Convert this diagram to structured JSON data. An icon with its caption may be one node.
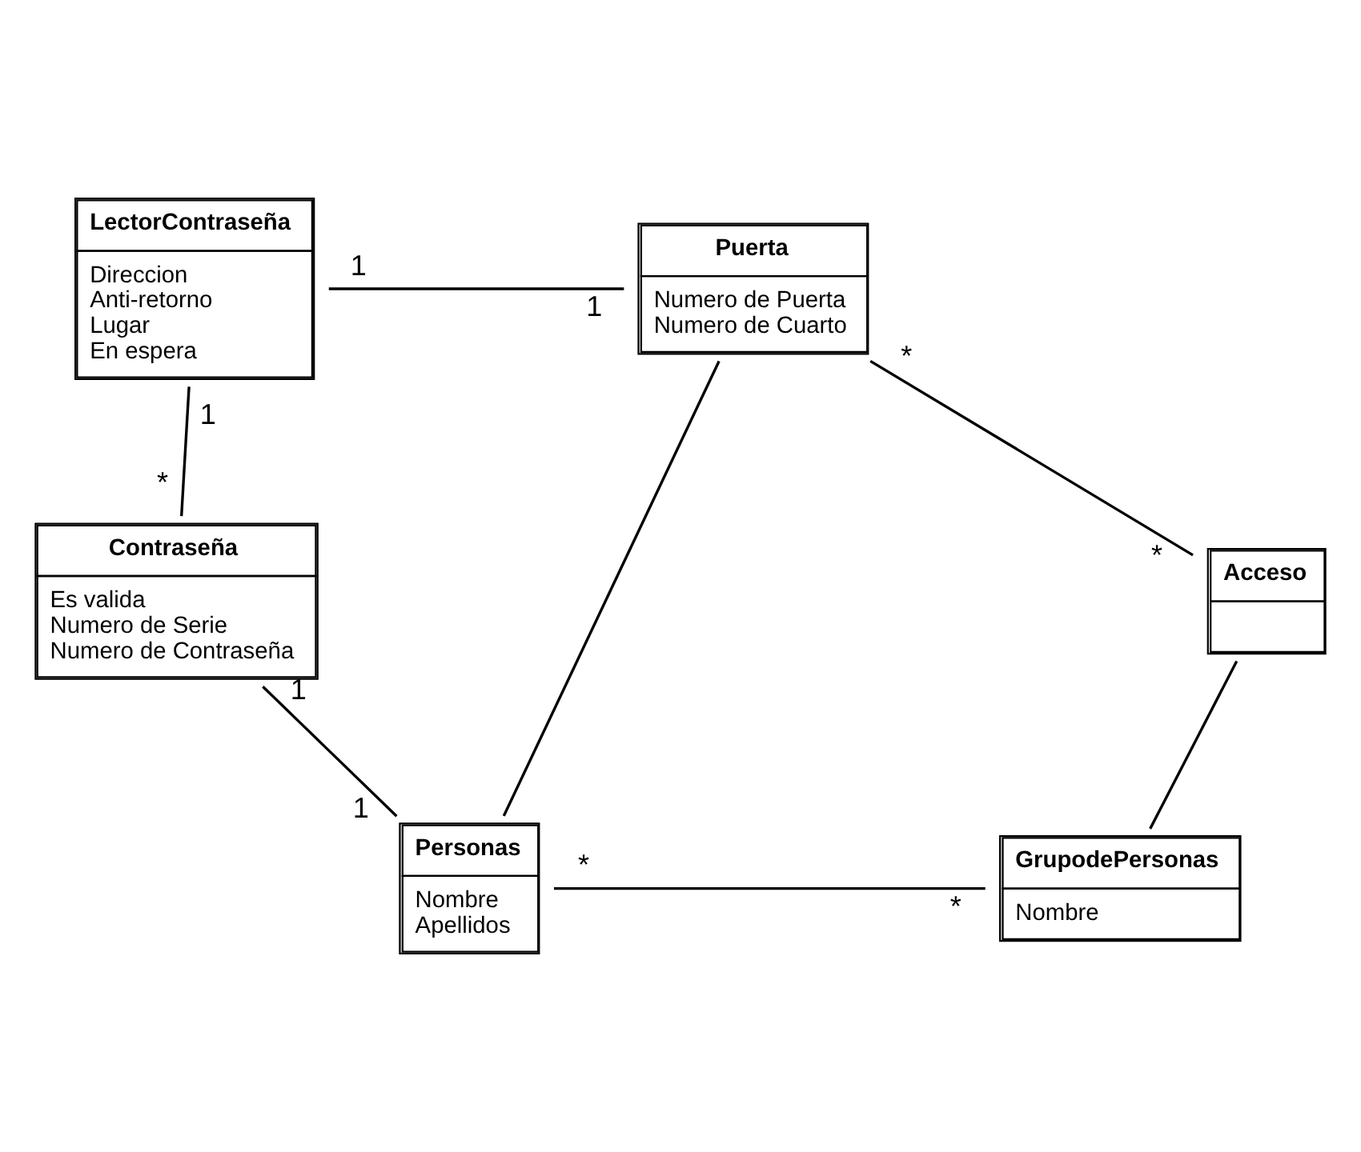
{
  "diagram": {
    "nodes": [
      {
        "text": [
          "LectorContraseña",
          "Direccion",
          "Anti-retorno",
          "Lugar",
          "En espera"
        ]
      },
      {
        "text": [
          "Puerta",
          "Numero de Puerta",
          "Numero de Cuarto"
        ]
      },
      {
        "text": [
          "Contraseña",
          "Es valida",
          "Numero de Serie",
          "Numero de Contraseña"
        ]
      },
      {
        "text": [
          "Acceso"
        ]
      },
      {
        "text": [
          "Personas",
          "Nombre",
          "Apellidos"
        ]
      },
      {
        "text": [
          "GrupodePersonas",
          "Nombre"
        ]
      }
    ],
    "edges": [
      {
        "from": 0,
        "to": 1,
        "arrow": "none"
      },
      {
        "from": 0,
        "to": 2,
        "arrow": "none"
      },
      {
        "from": 1,
        "to": 3,
        "arrow": "none"
      },
      {
        "from": 1,
        "to": 4,
        "arrow": "none"
      },
      {
        "from": 2,
        "to": 4,
        "arrow": "none"
      },
      {
        "from": 3,
        "to": 5,
        "arrow": "none"
      },
      {
        "from": 4,
        "to": 5,
        "arrow": "none"
      }
    ],
    "labels": [
      "1",
      "1",
      "*",
      "1",
      "*",
      "*",
      "1",
      "1",
      "*",
      "*"
    ]
  }
}
